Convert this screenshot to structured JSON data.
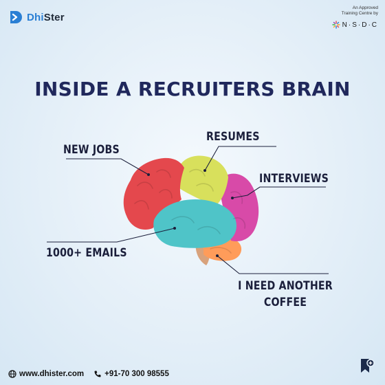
{
  "brand": {
    "prefix": "Dhi",
    "suffix": "Ster"
  },
  "nsdc": {
    "line1": "An Approved",
    "line2": "Training Centre by",
    "name": "N·S·D·C"
  },
  "title": "INSIDE A RECRUITERS BRAIN",
  "labels": {
    "new_jobs": "NEW JOBS",
    "resumes": "RESUMES",
    "interviews": "INTERVIEWS",
    "emails": "1000+ EMAILS",
    "coffee_line1": "I NEED ANOTHER",
    "coffee_line2": "COFFEE"
  },
  "footer": {
    "website": "www.dhister.com",
    "phone": "+91-70 300 98555"
  },
  "colors": {
    "frontal": "#e4484d",
    "parietal": "#d8e05c",
    "occipital": "#d84aa8",
    "temporal": "#4fc4c8",
    "cerebellum": "#ff9c5a",
    "stem": "#d8a27c",
    "title": "#20285c",
    "brand_accent": "#2a7fd4"
  }
}
